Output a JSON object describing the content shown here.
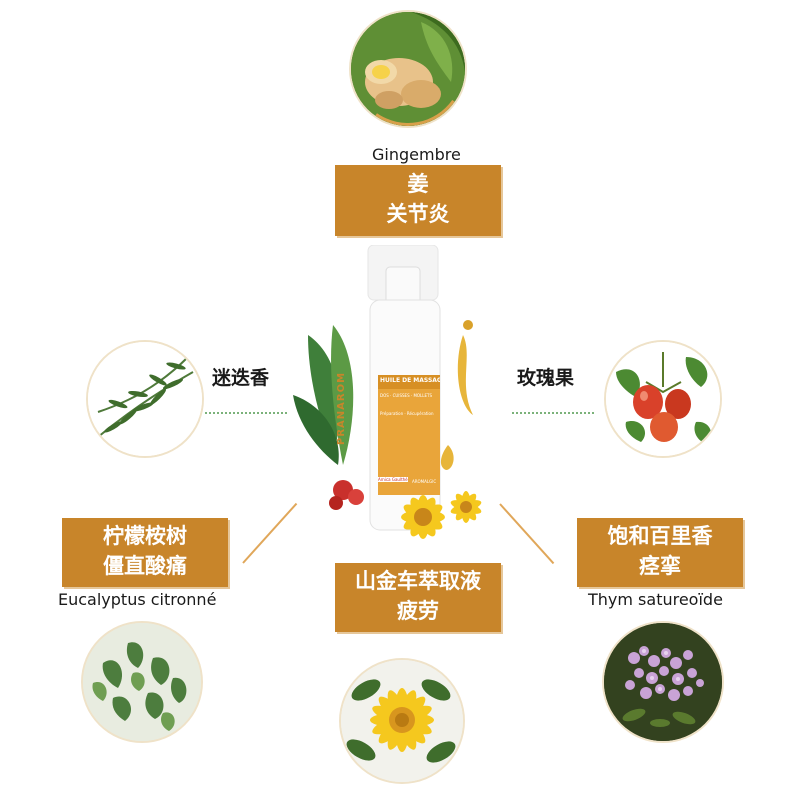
{
  "colors": {
    "label_bg": "#c8852a",
    "label_text": "#ffffff",
    "dotted_line": "#7bb27a",
    "connector": "#e0a75a"
  },
  "top": {
    "latin": "Gingembre",
    "cn_line1": "姜",
    "cn_line2": "关节炎",
    "icon": "ginger-icon"
  },
  "left_upper": {
    "cn": "迷迭香",
    "icon": "rosemary-icon"
  },
  "right_upper": {
    "cn": "玫瑰果",
    "icon": "rosehip-icon"
  },
  "left_lower": {
    "cn_line1": "柠檬桉树",
    "cn_line2": "僵直酸痛",
    "latin": "Eucalyptus citronné",
    "icon": "eucalyptus-icon"
  },
  "right_lower": {
    "cn_line1": "饱和百里香",
    "cn_line2": "痉挛",
    "latin": "Thym satureoïde",
    "icon": "thyme-icon"
  },
  "center": {
    "cn_line1": "山金车萃取液",
    "cn_line2": "疲劳",
    "icon": "arnica-icon"
  },
  "product": {
    "brand": "PRANAROM",
    "label_title": "HUILE DE MASSAGE",
    "label_sub": "DOS · CUISSES · MOLLETS",
    "label_small": "Préparation · Récupération",
    "badge_left": "Arnica Gaulthérie",
    "badge_right": "AROMALGIC"
  }
}
